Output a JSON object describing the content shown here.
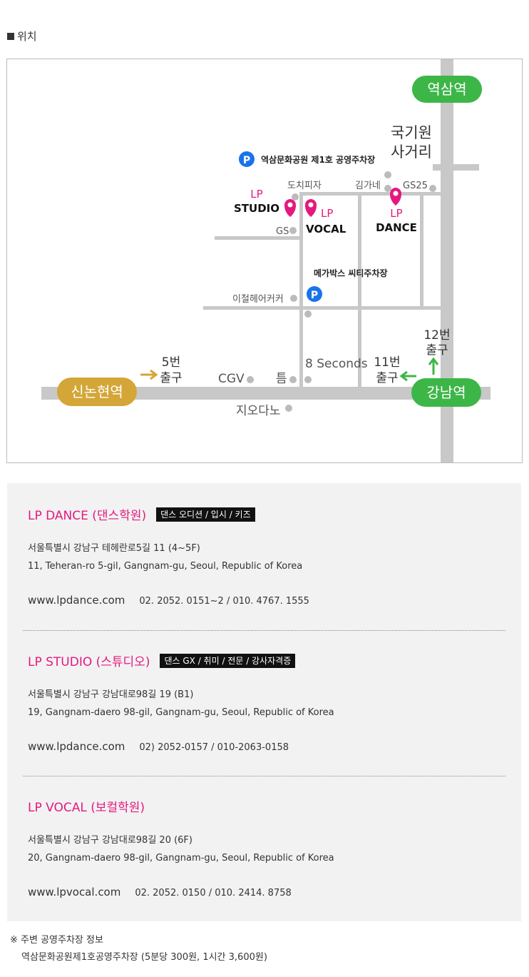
{
  "section": {
    "title": "위치"
  },
  "map": {
    "stations": {
      "yeoksam": "역삼역",
      "gangnam": "강남역",
      "sinnonhyeon": "신논현역"
    },
    "intersection": [
      "국기원",
      "사거리"
    ],
    "parking_top": "역삼문화공원 제1호 공영주차장",
    "parking_mid": "메가박스 씨티주차장",
    "parking_symbol": "P",
    "landmarks": {
      "dochi": "도치피자",
      "gimgane": "김가네",
      "gs25": "GS25",
      "gs": "GS",
      "icheol": "이철헤어커커",
      "cgv": "CGV",
      "teum": "틈",
      "eight": "8 Seconds",
      "jiodano": "지오다노"
    },
    "studio_label": [
      "LP",
      "STUDIO"
    ],
    "vocal_label": [
      "LP",
      "VOCAL"
    ],
    "dance_label": [
      "LP",
      "DANCE"
    ],
    "exit5": [
      "5번",
      "출구"
    ],
    "exit11": [
      "11번",
      "출구"
    ],
    "exit12": [
      "12번",
      "출구"
    ],
    "colors": {
      "green": "#3db648",
      "gold": "#d4a637",
      "pink": "#e4197f",
      "blue": "#1a73e8",
      "road": "#c8c8c8"
    }
  },
  "entries": [
    {
      "name": "LP DANCE (댄스학원)",
      "badge": "댄스 오디션 / 입시 / 키즈",
      "addr_ko": "서울특별시 강남구 테헤란로5길 11 (4~5F)",
      "addr_en": "11, Teheran-ro 5-gil, Gangnam-gu, Seoul, Republic of Korea",
      "web": "www.lpdance.com",
      "phone": "02. 2052. 0151~2 / 010. 4767. 1555"
    },
    {
      "name": "LP STUDIO (스튜디오)",
      "badge": "댄스 GX / 취미 / 전문 / 강사자격증",
      "addr_ko": "서울특별시 강남구 강남대로98길 19 (B1)",
      "addr_en": "19, Gangnam-daero 98-gil, Gangnam-gu, Seoul, Republic of Korea",
      "web": "www.lpdance.com",
      "phone": "02) 2052-0157 / 010-2063-0158"
    },
    {
      "name": "LP VOCAL (보컬학원)",
      "badge": "",
      "addr_ko": "서울특별시 강남구 강남대로98길 20 (6F)",
      "addr_en": "20, Gangnam-daero 98-gil, Gangnam-gu, Seoul, Republic of Korea",
      "web": "www.lpvocal.com",
      "phone": "02. 2052. 0150 / 010. 2414. 8758"
    }
  ],
  "note": {
    "title": "※ 주변 공영주차장 정보",
    "detail": "역삼문화공원제1호공영주차장 (5분당 300원, 1시간 3,600원)"
  }
}
